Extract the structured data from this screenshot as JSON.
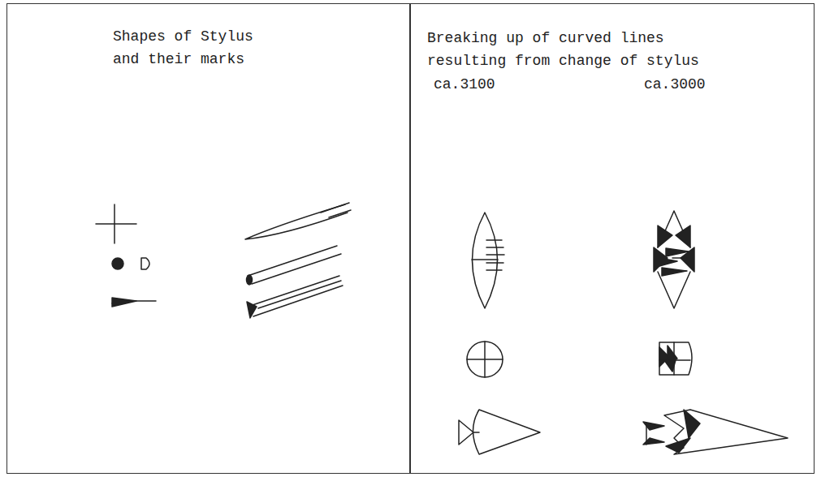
{
  "diagram": {
    "nodes": [
      {
        "text": [
          "Shapes of Stylus and their marks"
        ]
      },
      {
        "text": [
          "Breaking up of curved lines resulting from change of stylus"
        ]
      }
    ],
    "labels": [
      "ca.3100",
      "ca.3000"
    ]
  }
}
